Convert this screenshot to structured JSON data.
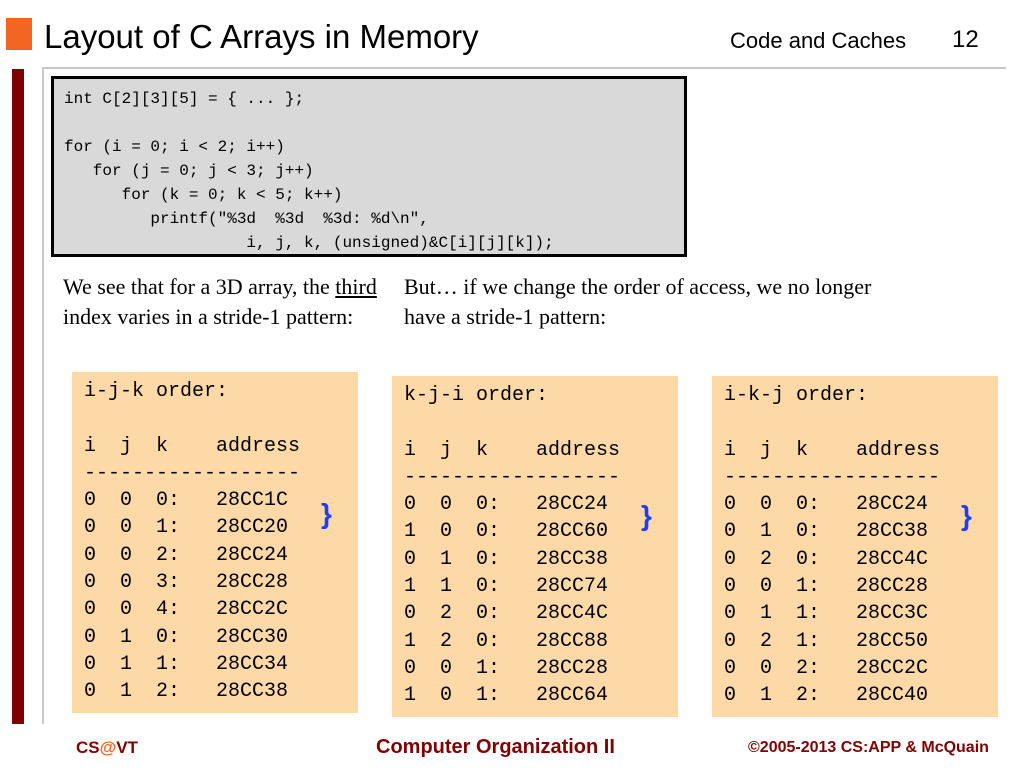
{
  "header": {
    "title": "Layout of C Arrays in Memory",
    "subtitle": "Code and Caches",
    "slide_number": "12"
  },
  "code": "int C[2][3][5] = { ... };\n\nfor (i = 0; i < 2; i++)\n   for (j = 0; j < 3; j++)\n      for (k = 0; k < 5; k++)\n         printf(\"%3d  %3d  %3d: %d\\n\",\n                   i, j, k, (unsigned)&C[i][j][k]);",
  "text": {
    "left_before": "We see that for a 3D array, the ",
    "left_underlined": "third",
    "left_after": " index varies in a stride-1 pattern:",
    "right": "But… if we change the order of access, we no longer have a stride-1 pattern:"
  },
  "tables": [
    {
      "title": "i-j-k order:",
      "body": "i  j  k    address\n------------------\n0  0  0:   28CC1C\n0  0  1:   28CC20\n0  0  2:   28CC24\n0  0  3:   28CC28\n0  0  4:   28CC2C\n0  1  0:   28CC30\n0  1  1:   28CC34\n0  1  2:   28CC38"
    },
    {
      "title": "k-j-i order:",
      "body": "i  j  k    address\n------------------\n0  0  0:   28CC24\n1  0  0:   28CC60\n0  1  0:   28CC38\n1  1  0:   28CC74\n0  2  0:   28CC4C\n1  2  0:   28CC88\n0  0  1:   28CC28\n1  0  1:   28CC64"
    },
    {
      "title": "i-k-j order:",
      "body": "i  j  k    address\n------------------\n0  0  0:   28CC24\n0  1  0:   28CC38\n0  2  0:   28CC4C\n0  0  1:   28CC28\n0  1  1:   28CC3C\n0  2  1:   28CC50\n0  0  2:   28CC2C\n0  1  2:   28CC40"
    }
  ],
  "brace_glyph": "}",
  "footer": {
    "left_prefix": "CS",
    "left_at": "@",
    "left_suffix": "VT",
    "center": "Computer Organization II",
    "right": "©2005-2013 CS:APP & McQuain"
  },
  "colors": {
    "accent_orange": "#f26522",
    "maroon": "#800000",
    "table_bg": "#fdd9a8",
    "code_bg": "#d9d9d9",
    "brace_blue": "#1f3cff"
  }
}
